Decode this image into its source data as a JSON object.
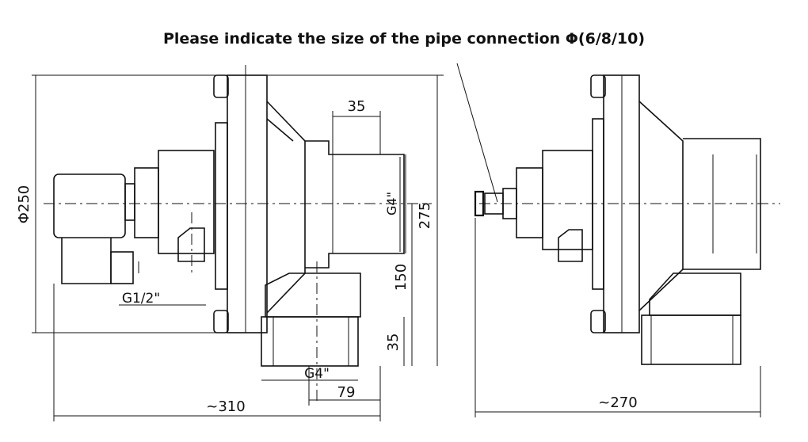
{
  "note": "Please indicate the size of the pipe connection Φ(6/8/10)",
  "dimensions": {
    "d_body": "Φ250",
    "width_35_top": "35",
    "g_outlet_side": "G4\"",
    "height_275": "275",
    "height_150": "150",
    "g_inlet": "G1/2\"",
    "height_35_bottom": "35",
    "g_outlet_bottom": "G4\"",
    "width_79": "79",
    "length_front": "~310",
    "length_side": "~270"
  },
  "colors": {
    "line": "#111111",
    "background": "#ffffff"
  }
}
